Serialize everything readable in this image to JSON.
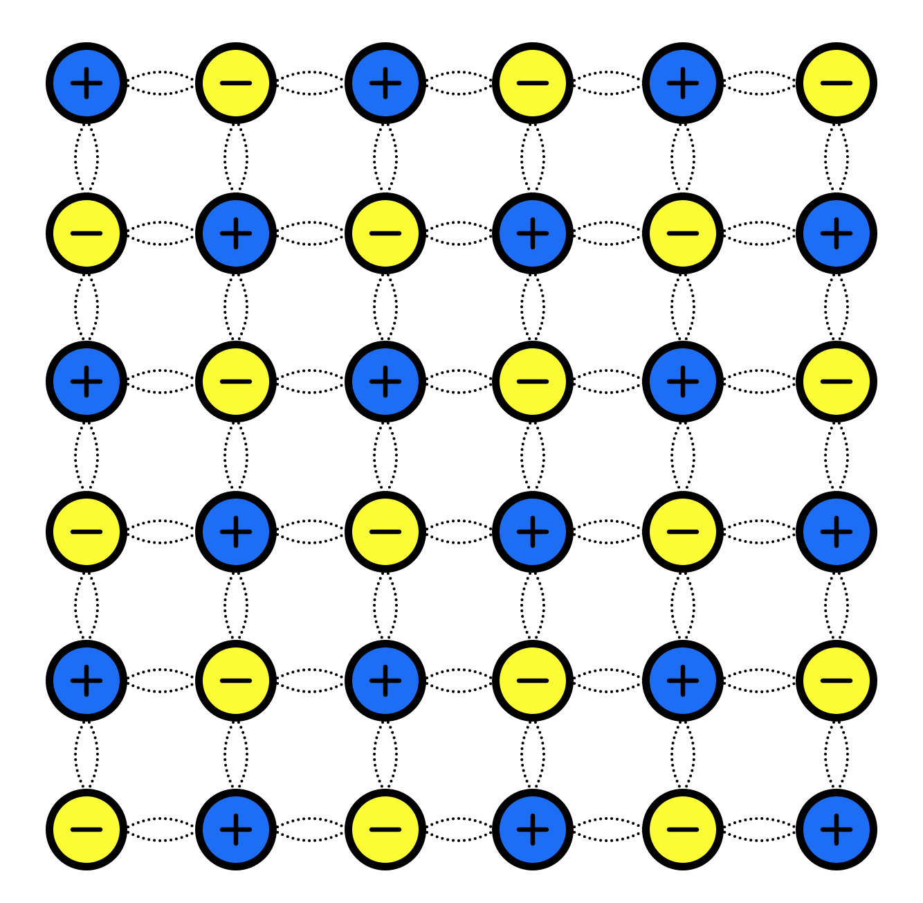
{
  "diagram": {
    "kind": "ionic-lattice",
    "rows": 6,
    "cols": 6,
    "colors": {
      "positive_fill": "#1e6ef5",
      "negative_fill": "#fdfd35",
      "outline": "#000000",
      "bond": "#000000",
      "background": "#ffffff"
    },
    "legend_symbols": {
      "positive": "+",
      "negative": "−"
    },
    "pattern": [
      [
        "+",
        "-",
        "+",
        "-",
        "+",
        "-"
      ],
      [
        "-",
        "+",
        "-",
        "+",
        "-",
        "+"
      ],
      [
        "+",
        "-",
        "+",
        "-",
        "+",
        "-"
      ],
      [
        "-",
        "+",
        "-",
        "+",
        "-",
        "+"
      ],
      [
        "+",
        "-",
        "+",
        "-",
        "+",
        "-"
      ],
      [
        "-",
        "+",
        "-",
        "+",
        "-",
        "+"
      ]
    ],
    "bond_style": "dotted-double-arc"
  }
}
